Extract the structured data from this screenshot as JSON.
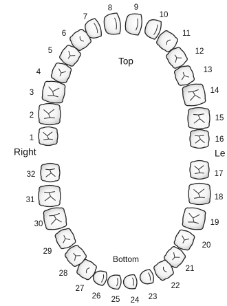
{
  "labels": {
    "top": "Top",
    "bottom": "Bottom",
    "right": "Right",
    "left": "Le"
  },
  "teeth": [
    {
      "number": "1"
    },
    {
      "number": "2"
    },
    {
      "number": "3"
    },
    {
      "number": "4"
    },
    {
      "number": "5"
    },
    {
      "number": "6"
    },
    {
      "number": "7"
    },
    {
      "number": "8"
    },
    {
      "number": "9"
    },
    {
      "number": "10"
    },
    {
      "number": "11"
    },
    {
      "number": "12"
    },
    {
      "number": "13"
    },
    {
      "number": "14"
    },
    {
      "number": "15"
    },
    {
      "number": "16"
    },
    {
      "number": "17"
    },
    {
      "number": "18"
    },
    {
      "number": "19"
    },
    {
      "number": "20"
    },
    {
      "number": "21"
    },
    {
      "number": "22"
    },
    {
      "number": "23"
    },
    {
      "number": "24"
    },
    {
      "number": "25"
    },
    {
      "number": "26"
    },
    {
      "number": "27"
    },
    {
      "number": "28"
    },
    {
      "number": "29"
    },
    {
      "number": "30"
    },
    {
      "number": "31"
    },
    {
      "number": "32"
    }
  ],
  "colors": {
    "tooth_light": "#ffffff",
    "tooth_shade": "#c8c8c8",
    "outline": "#222222"
  }
}
